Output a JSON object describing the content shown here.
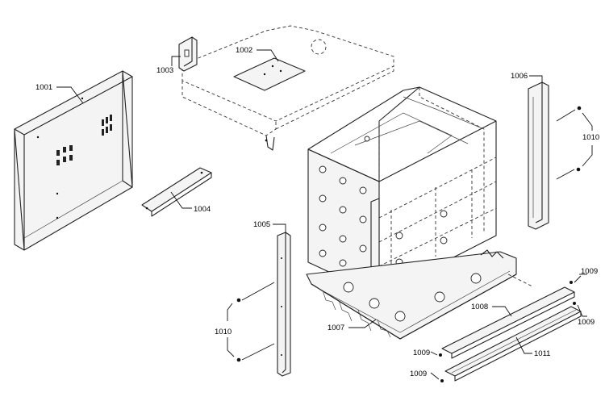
{
  "callouts": {
    "c1001": "1001",
    "c1002": "1002",
    "c1003": "1003",
    "c1004": "1004",
    "c1005": "1005",
    "c1006": "1006",
    "c1007": "1007",
    "c1008": "1008",
    "c1009a": "1009",
    "c1009b": "1009",
    "c1009c": "1009",
    "c1009d": "1009",
    "c1010a": "1010",
    "c1010b": "1010",
    "c1011": "1011"
  }
}
